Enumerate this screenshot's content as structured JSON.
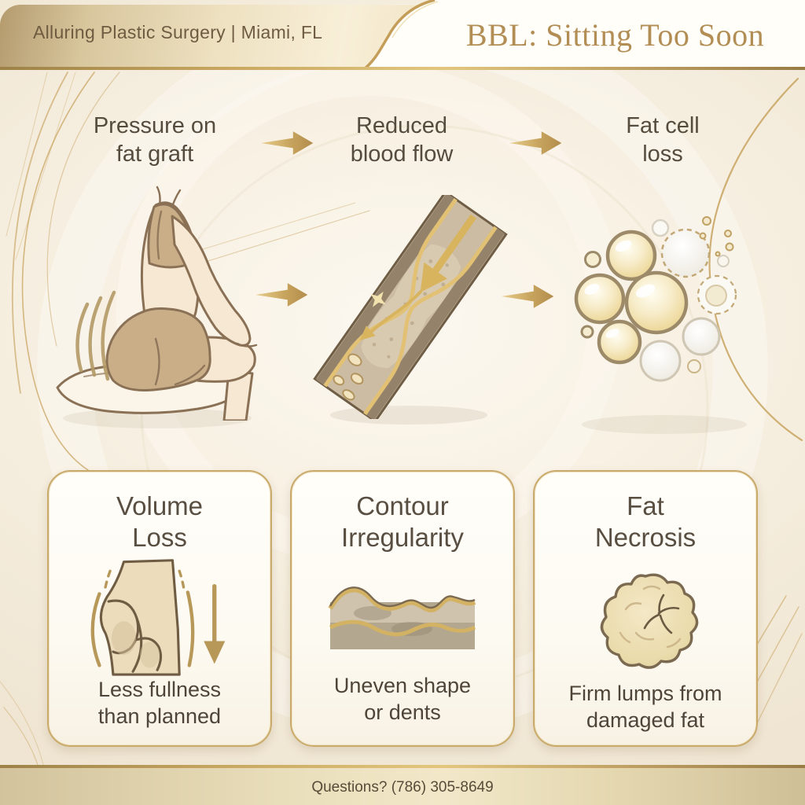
{
  "header": {
    "practice_name": "Alluring Plastic Surgery | Miami, FL",
    "title": "BBL: Sitting Too Soon"
  },
  "flow": {
    "steps": [
      {
        "line1": "Pressure on",
        "line2": "fat graft",
        "icon": "sitting-on-pillow-illustration"
      },
      {
        "line1": "Reduced",
        "line2": "blood flow",
        "icon": "compressed-blood-vessel-illustration"
      },
      {
        "line1": "Fat cell",
        "line2": "loss",
        "icon": "fat-cells-illustration"
      }
    ],
    "arrow_icon": "gold-right-arrow-icon"
  },
  "cards": [
    {
      "title_line1": "Volume",
      "title_line2": "Loss",
      "caption_line1": "Less fullness",
      "caption_line2": "than planned",
      "icon": "deflated-buttocks-icon"
    },
    {
      "title_line1": "Contour",
      "title_line2": "Irregularity",
      "caption_line1": "Uneven shape",
      "caption_line2": "or dents",
      "icon": "uneven-skin-layers-icon"
    },
    {
      "title_line1": "Fat",
      "title_line2": "Necrosis",
      "caption_line1": "Firm lumps from",
      "caption_line2": "damaged fat",
      "icon": "fat-lump-icon"
    }
  ],
  "footer": {
    "text": "Questions? (786) 305-8649"
  },
  "colors": {
    "gold_accent": "#b8935a",
    "gold_line": "#c9a35f",
    "text_dark": "#564c3e",
    "header_text": "#6e5b41",
    "card_border": "#c9aa6a",
    "card_bg": "#fffef9",
    "page_bg": "#f4ede0",
    "footer_band": "#e9dcba"
  }
}
